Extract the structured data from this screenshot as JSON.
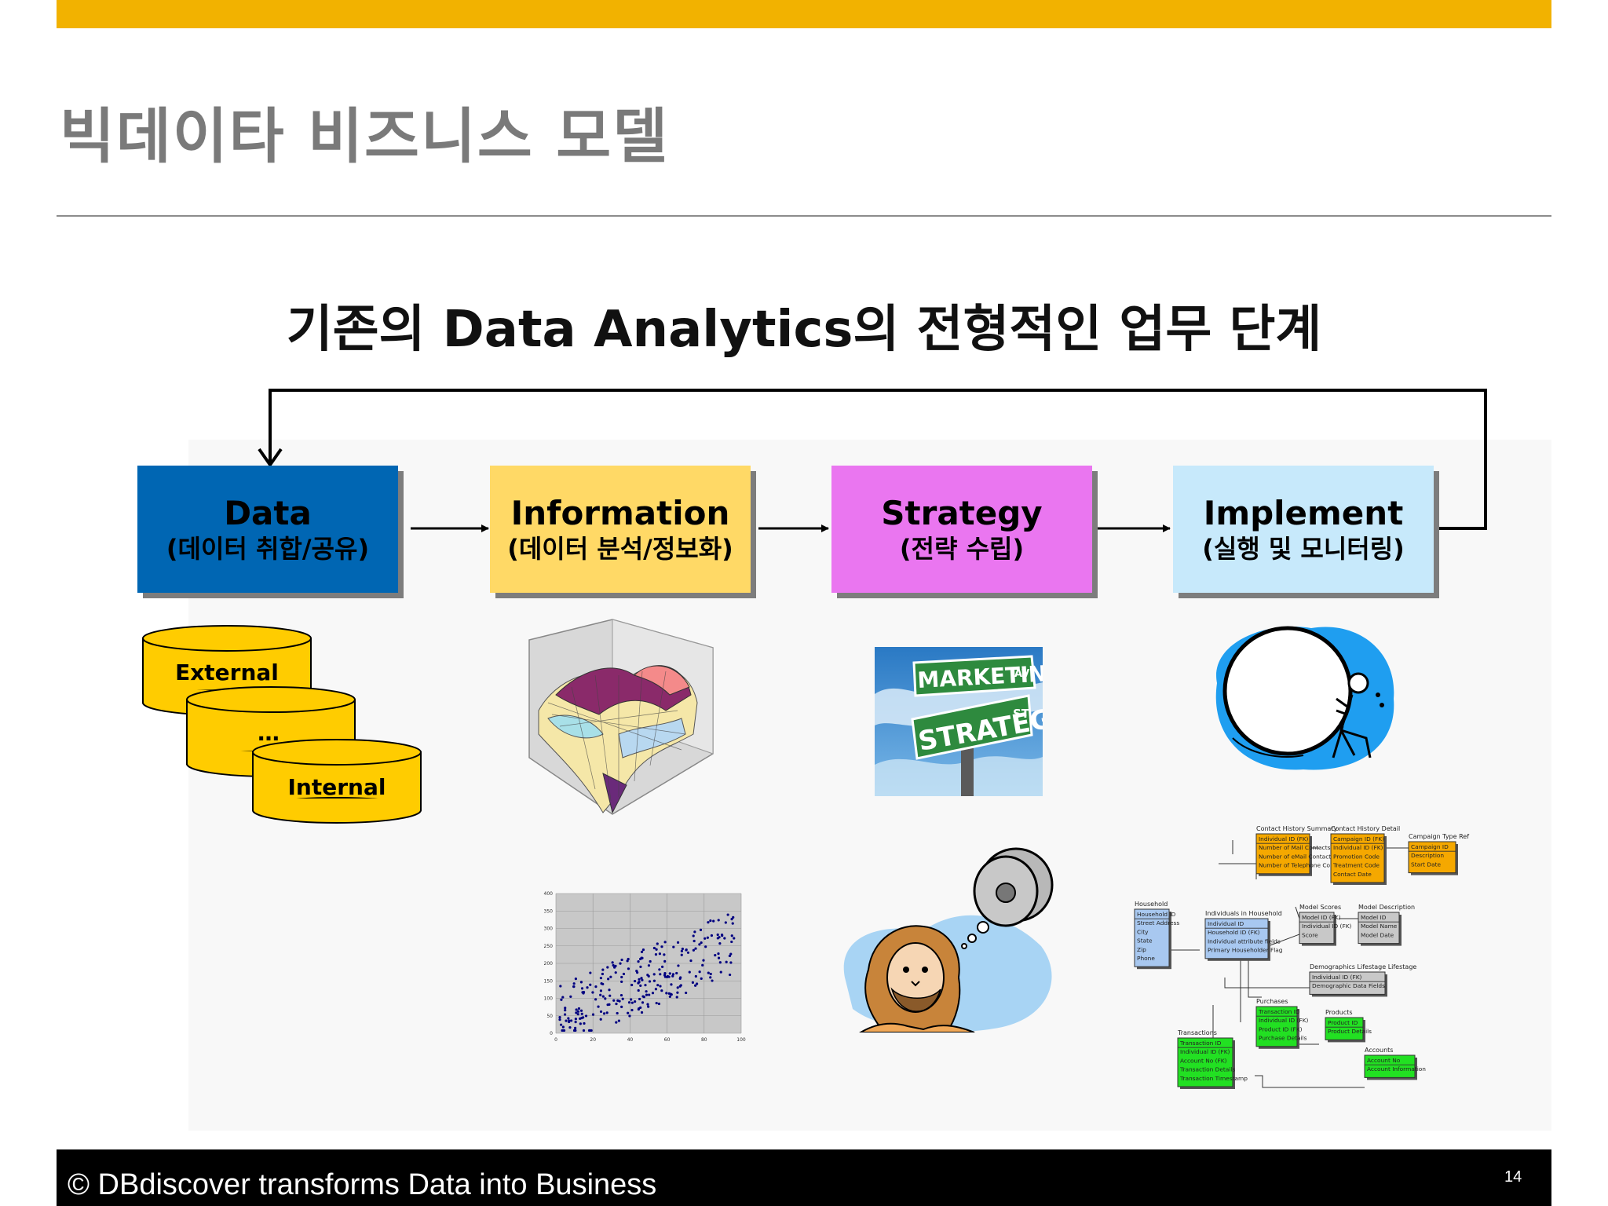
{
  "slide": {
    "title": "빅데이타 비즈니스 모델",
    "subtitle": "기존의 Data Analytics의 전형적인 업무 단계",
    "accent_color": "#f2b200",
    "footer_text": "© DBdiscover transforms Data into Business",
    "page_number": "14"
  },
  "stages": [
    {
      "title": "Data",
      "subtitle": "(데이터 취합/공유)",
      "color": "#0066b3",
      "text_color": "#000000"
    },
    {
      "title": "Information",
      "subtitle": "(데이터 분석/정보화)",
      "color": "#ffd966",
      "text_color": "#000000"
    },
    {
      "title": "Strategy",
      "subtitle": "(전략 수립)",
      "color": "#ea76f0",
      "text_color": "#000000"
    },
    {
      "title": "Implement",
      "subtitle": "(실행 및 모니터링)",
      "color": "#c7e9fb",
      "text_color": "#000000"
    }
  ],
  "data_sources": {
    "external": "External",
    "middle": "…",
    "internal": "Internal"
  },
  "strategy_sign": {
    "top": "MARKETING",
    "top_suffix": "AV",
    "bottom": "STRATEGY",
    "bottom_suffix": "ST"
  },
  "er_diagram": {
    "tables": [
      {
        "title": "Contact History Summary",
        "color": "#f5a800",
        "rows": [
          "Individual ID (FK)",
          "Number of Mail Contacts",
          "Number of eMail Contacts",
          "Number of Telephone Contacts"
        ]
      },
      {
        "title": "Contact History Detail",
        "color": "#f5a800",
        "rows": [
          "Campaign ID (FK)",
          "Individual ID (FK)",
          "Promotion Code",
          "Treatment Code",
          "Contact Date"
        ]
      },
      {
        "title": "Campaign Type Ref",
        "color": "#f5a800",
        "rows": [
          "Campaign ID",
          "Description",
          "Start Date"
        ]
      },
      {
        "title": "Household",
        "color": "#a8c8f0",
        "rows": [
          "Household ID",
          "Street Address",
          "City",
          "State",
          "Zip",
          "Phone"
        ]
      },
      {
        "title": "Individuals in Household",
        "color": "#a8c8f0",
        "rows": [
          "Individual ID",
          "Household ID (FK)",
          "Individual attribute fields",
          "Primary Householder Flag"
        ]
      },
      {
        "title": "Model Scores",
        "color": "#c8c8c8",
        "rows": [
          "Model ID (FK)",
          "Individual ID (FK)",
          "Score"
        ]
      },
      {
        "title": "Model Description",
        "color": "#c8c8c8",
        "rows": [
          "Model ID",
          "Model Name",
          "Model Date"
        ]
      },
      {
        "title": "Demographics Lifestage Lifestage",
        "color": "#c8c8c8",
        "rows": [
          "Individual ID (FK)",
          "Demographic Data Fields"
        ]
      },
      {
        "title": "Purchases",
        "color": "#22e022",
        "rows": [
          "Transaction ID",
          "Individual ID (FK)",
          "Product ID (FK)",
          "Purchase Details"
        ]
      },
      {
        "title": "Products",
        "color": "#22e022",
        "rows": [
          "Product ID",
          "Product Details"
        ]
      },
      {
        "title": "Transactions",
        "color": "#22e022",
        "rows": [
          "Transaction ID",
          "Individual ID (FK)",
          "Account No (FK)",
          "Transaction Details",
          "Transaction Timestamp"
        ]
      },
      {
        "title": "Accounts",
        "color": "#22e022",
        "rows": [
          "Account No",
          "Account Information"
        ]
      }
    ]
  },
  "scatter_plot": {
    "y_ticks": [
      "400",
      "350",
      "300",
      "250",
      "200",
      "150",
      "100",
      "50",
      "0"
    ],
    "x_ticks": [
      "0",
      "20",
      "40",
      "60",
      "80",
      "100"
    ]
  }
}
